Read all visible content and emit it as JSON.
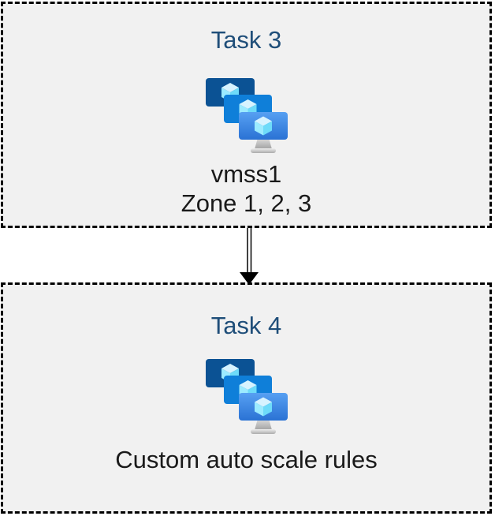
{
  "diagram": {
    "type": "flow-diagram",
    "boxes": [
      {
        "title": "Task 3",
        "icon": "vmss-icon",
        "lines": [
          "vmss1",
          "Zone 1, 2, 3"
        ]
      },
      {
        "title": "Task 4",
        "icon": "vmss-icon",
        "lines": [
          "Custom auto scale rules"
        ]
      }
    ],
    "connector": {
      "type": "double-line-arrow",
      "direction": "down"
    },
    "colors": {
      "title_text": "#1f4e79",
      "body_text": "#1a1a1a",
      "box_fill": "#f1f1f1",
      "box_border": "#000000",
      "arrow": "#000000",
      "screen_back": "#0b5294",
      "screen_middle": "#0f7fd9",
      "screen_front_top": "#57a0f2",
      "screen_front_bottom": "#2a72d4",
      "cube_top": "#d7f3ff",
      "cube_left": "#9cebff",
      "cube_right": "#6edbf9"
    }
  }
}
